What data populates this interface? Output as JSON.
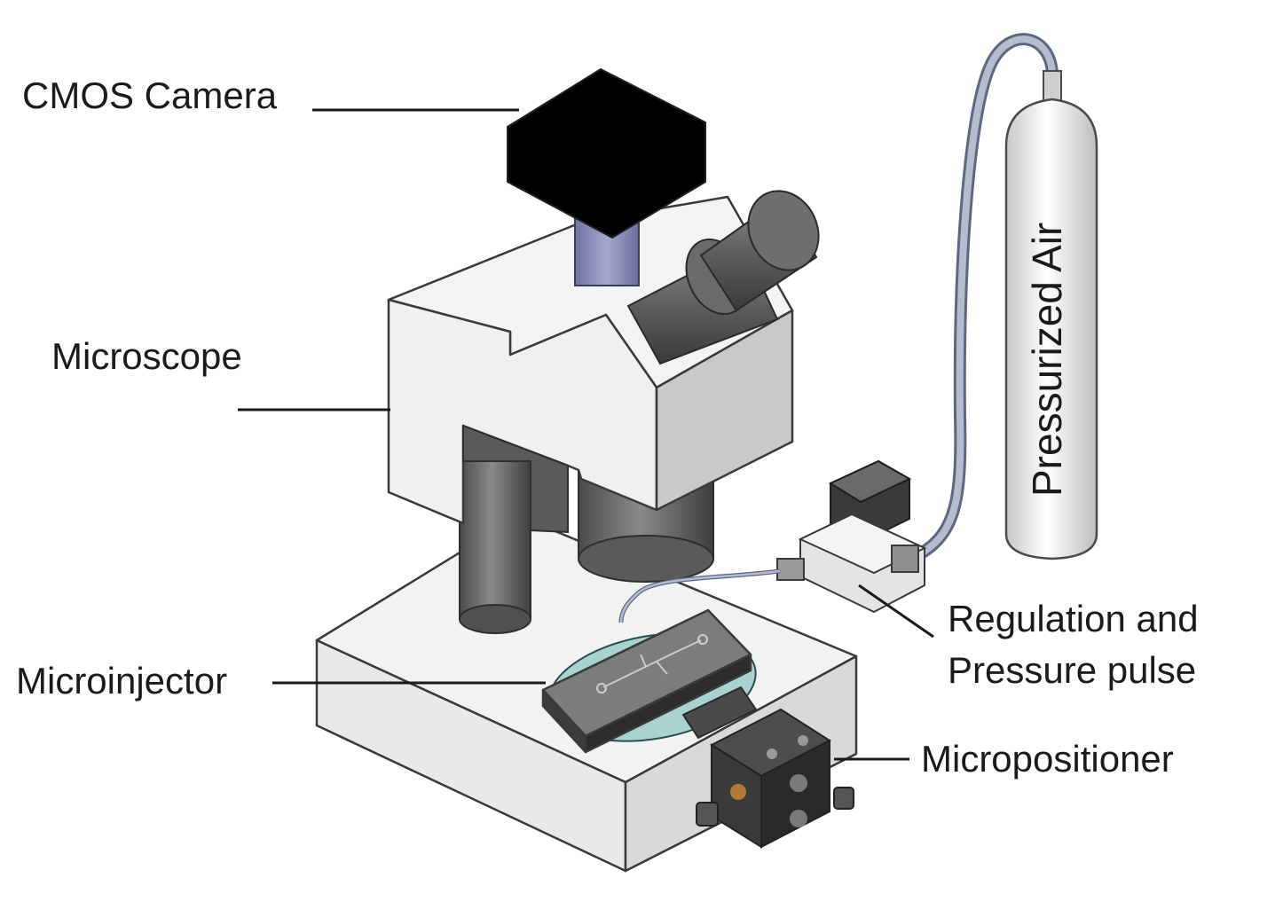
{
  "diagram": {
    "labels": {
      "camera": "CMOS Camera",
      "microscope": "Microscope",
      "microinjector": "Microinjector",
      "regulation_line1": "Regulation and",
      "regulation_line2": "Pressure pulse",
      "micropositioner": "Micropositioner",
      "air": "Pressurized Air"
    },
    "colors": {
      "microscope_body": "#f0f0f0",
      "pillar": "#6e6e6e",
      "camera": "#000000",
      "camera_tube": "#8a8fb8",
      "stage_disc": "#a9d3d1",
      "tubing": "#9aa4b8",
      "cylinder": "#e8e8e8"
    }
  }
}
